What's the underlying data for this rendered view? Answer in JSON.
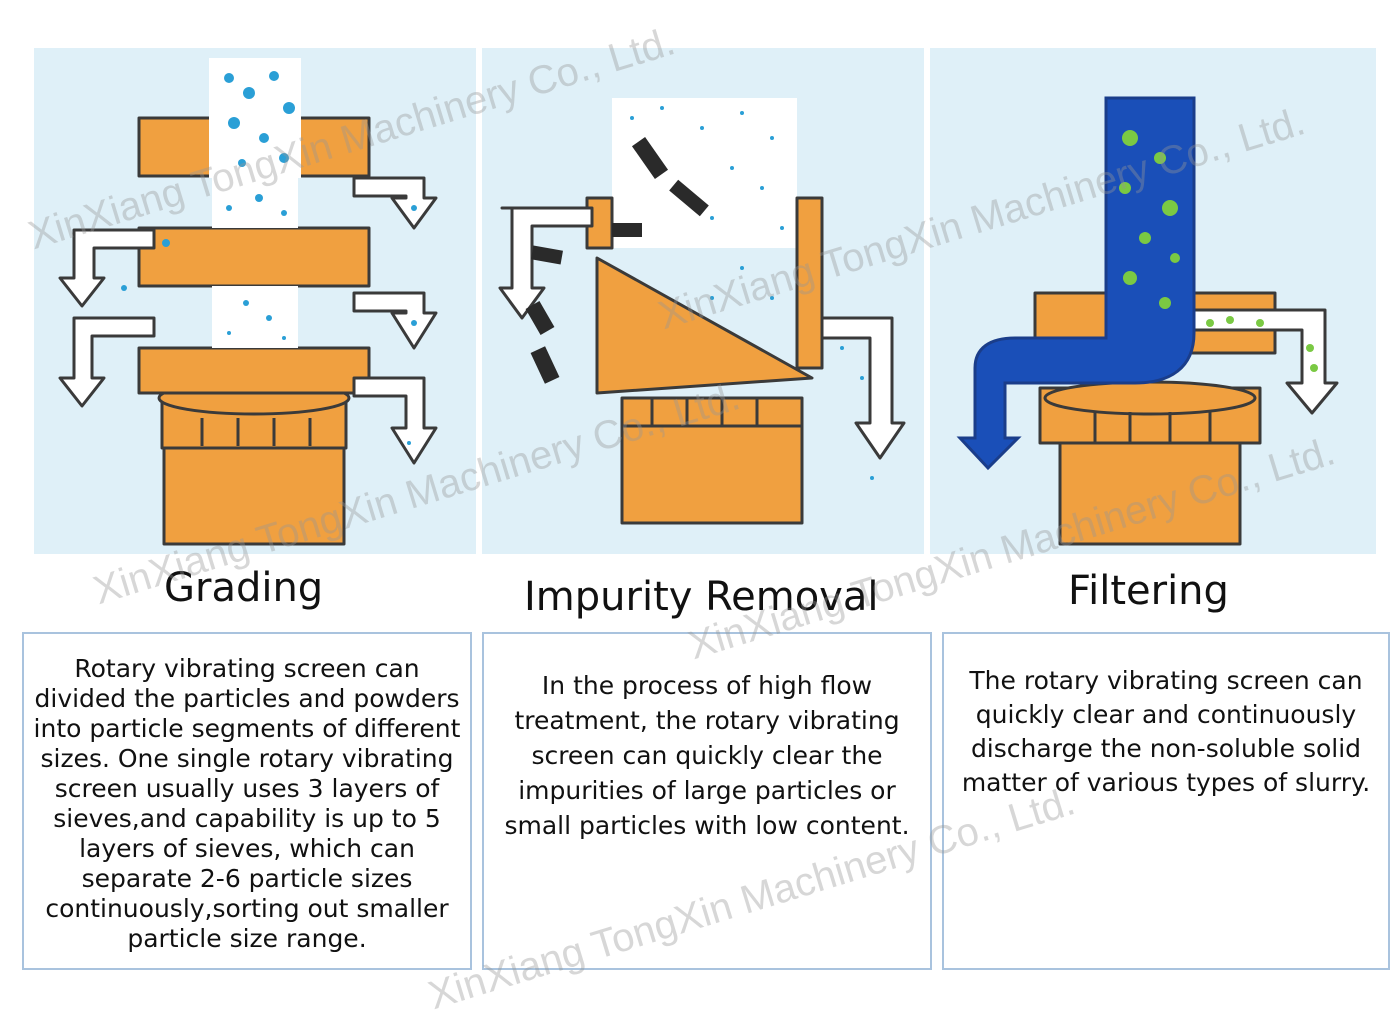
{
  "panels": [
    {
      "title": "Grading",
      "description": "Rotary vibrating screen can divided the particles and powders into particle segments of different sizes. One single rotary vibrating screen usually uses 3 layers of sieves,and capability is up to 5 layers of sieves, which can separate 2-6 particle sizes continuously,sorting out smaller particle size range."
    },
    {
      "title": "Impurity Removal",
      "description": "In the process of high flow treatment, the rotary vibrating screen can quickly clear the impurities of large particles or small particles with low content."
    },
    {
      "title": "Filtering",
      "description": "The rotary vibrating screen can quickly clear and continuously discharge the non-soluble solid matter of various types of slurry."
    }
  ],
  "watermark": "XinXiang TongXin Machinery Co., Ltd.",
  "colors": {
    "machine_orange": "#f0a040",
    "outline": "#3a3a3a",
    "panel_bg": "#dff0f8",
    "particle_blue": "#2a9fd6",
    "slurry_blue": "#1a4fb8",
    "solid_green": "#7ac943",
    "box_border": "#a9c3de"
  }
}
